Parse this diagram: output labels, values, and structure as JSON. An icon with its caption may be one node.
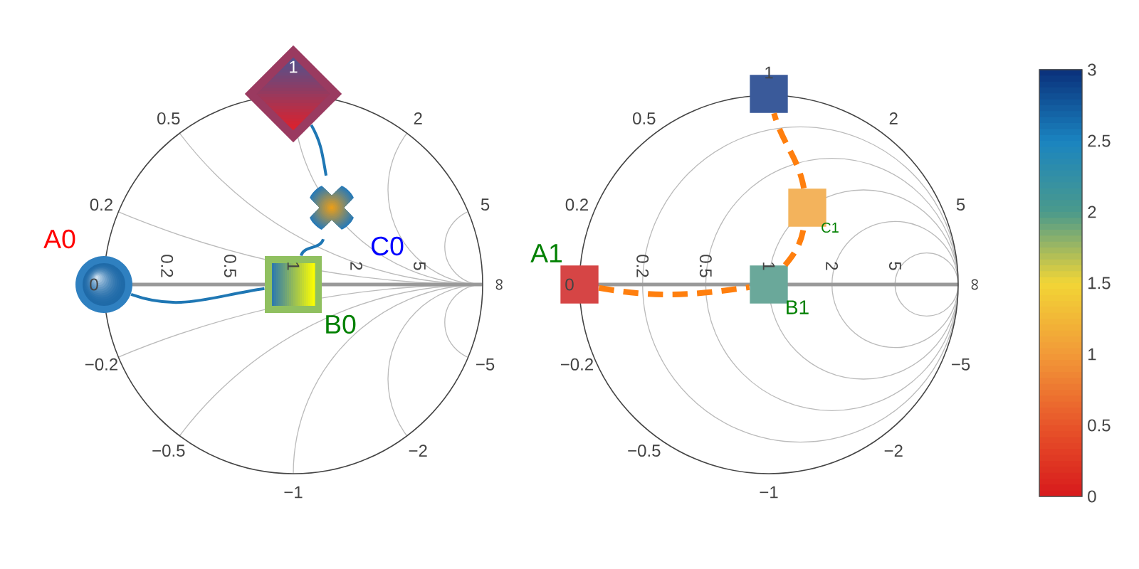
{
  "diagram": {
    "nodes": [
      {
        "text": [],
        "shape": "circle",
        "beside": [
          "A0"
        ]
      },
      {
        "text": [],
        "shape": "box",
        "beside": [
          "B0"
        ]
      },
      {
        "text": [],
        "shape": "cross",
        "beside": [
          "C0"
        ]
      },
      {
        "text": [],
        "shape": "diamond"
      },
      {
        "text": [],
        "shape": "box",
        "beside": [
          "A1"
        ]
      },
      {
        "text": [],
        "shape": "box",
        "beside": [
          "B1"
        ]
      },
      {
        "text": [],
        "shape": "box",
        "beside": [
          "C1"
        ]
      },
      {
        "text": [],
        "shape": "box"
      }
    ],
    "edges": [
      {
        "from": 0,
        "to": 1,
        "arrow": "none",
        "color": "#1f77b4"
      },
      {
        "from": 1,
        "to": 2,
        "arrow": "none",
        "color": "#1f77b4"
      },
      {
        "from": 2,
        "to": 3,
        "arrow": "none",
        "color": "#1f77b4"
      },
      {
        "from": 4,
        "to": 5,
        "arrow": "none",
        "style": "dashed",
        "color": "#ff7f0e"
      },
      {
        "from": 5,
        "to": 6,
        "arrow": "none",
        "style": "dashed",
        "color": "#ff7f0e"
      },
      {
        "from": 6,
        "to": 7,
        "arrow": "none",
        "style": "dashed",
        "color": "#ff7f0e"
      }
    ],
    "labels": [
      "1",
      "0.5",
      "2",
      "0.2",
      "5",
      "0",
      "0.2",
      "0.5",
      "1",
      "2",
      "5",
      "∞",
      "−0.2",
      "−5",
      "−0.5",
      "−2",
      "−1",
      "1",
      "0.5",
      "2",
      "0.2",
      "5",
      "0",
      "0.2",
      "0.5",
      "1",
      "2",
      "5",
      "∞",
      "−0.2",
      "−5",
      "−0.5",
      "−2",
      "−1",
      "3",
      "2.5",
      "2",
      "1.5",
      "1",
      "0.5",
      "0"
    ]
  }
}
